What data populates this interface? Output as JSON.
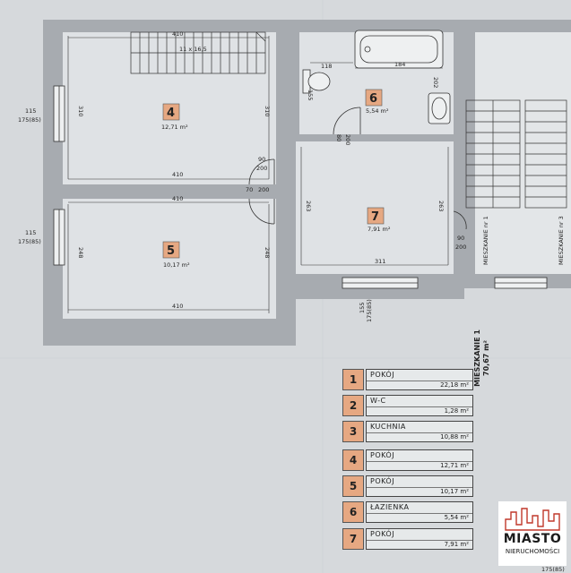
{
  "plan": {
    "rooms": [
      {
        "num": "4",
        "area": "12,71 m²"
      },
      {
        "num": "5",
        "area": "10,17 m²"
      },
      {
        "num": "6",
        "area": "5,54 m²"
      },
      {
        "num": "7",
        "area": "7,91 m²"
      }
    ],
    "dims": {
      "top_width": "410",
      "stairs_note": "11 x 16,5",
      "room4_left": "310",
      "room4_right": "310",
      "room4_bottom": "410",
      "corridor_width": "410",
      "room5_left": "248",
      "room5_right": "248",
      "room5_bottom": "410",
      "door_90": "90",
      "door_200": "200",
      "door_70": "70",
      "door_200b": "200",
      "window1_top": "115",
      "window1_bottom": "175(85)",
      "window2_top": "115",
      "window2_bottom": "175(85)",
      "bath_118": "118",
      "bath_184": "184",
      "bath_155": "155",
      "bath_202": "202",
      "bath_door_80": "80",
      "bath_door_200": "200",
      "room7_left": "263",
      "room7_right": "263",
      "room7_bottom": "311",
      "room7_door_90": "90",
      "room7_door_200": "200",
      "window3_top": "155",
      "window3_bottom": "175(85)",
      "neighbor1": "MIESZKANIE\nnr 1",
      "neighbor2": "MIESZKANIE\nnr 3",
      "bottom_right_dim": "175(85)"
    }
  },
  "legend": [
    {
      "num": "1",
      "name": "POKÓJ",
      "area": "22,18 m²"
    },
    {
      "num": "2",
      "name": "W-C",
      "area": "1,28 m²"
    },
    {
      "num": "3",
      "name": "KUCHNIA",
      "area": "10,88 m²"
    },
    {
      "num": "4",
      "name": "POKÓJ",
      "area": "12,71 m²"
    },
    {
      "num": "5",
      "name": "POKÓJ",
      "area": "10,17 m²"
    },
    {
      "num": "6",
      "name": "ŁAZIENKA",
      "area": "5,54 m²"
    },
    {
      "num": "7",
      "name": "POKÓJ",
      "area": "7,91 m²"
    }
  ],
  "summary": {
    "title": "MIESZKANIE 1",
    "total": "70,67 m²"
  },
  "logo": {
    "brand": "MIASTO",
    "sub": "NIERUCHOMOŚCI"
  }
}
